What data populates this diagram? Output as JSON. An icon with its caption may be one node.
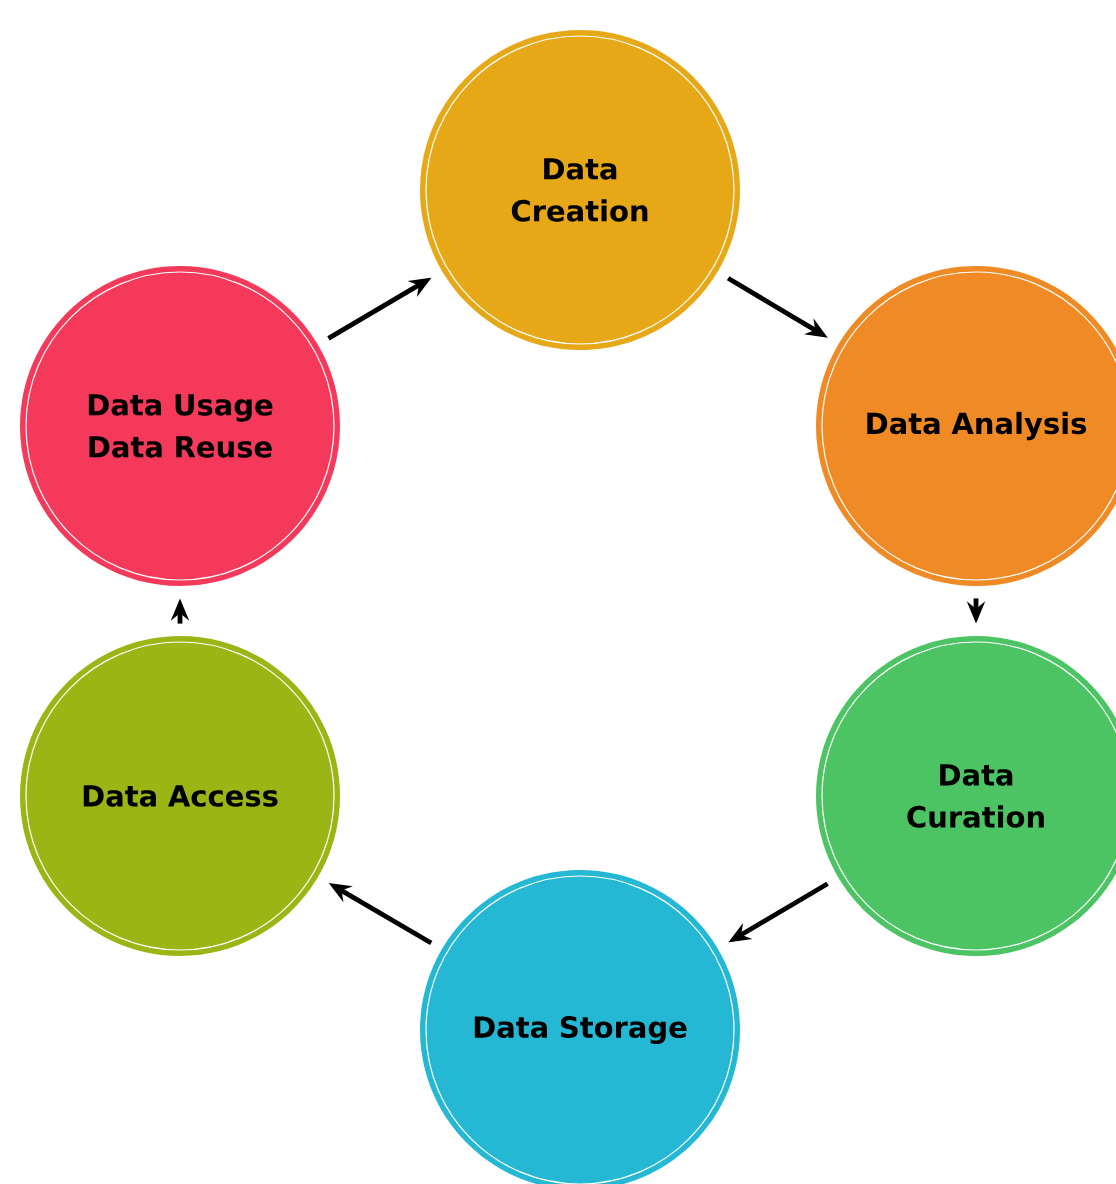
{
  "diagram": {
    "nodes": [
      {
        "text": [
          "Data Creation"
        ]
      },
      {
        "text": [
          "Data Analysis"
        ]
      },
      {
        "text": [
          "Data Curation"
        ]
      },
      {
        "text": [
          "Data Storage"
        ]
      },
      {
        "text": [
          "Data Access"
        ]
      },
      {
        "text": [
          "Data Usage Data Reuse"
        ]
      }
    ],
    "edges": [
      {
        "from": 0,
        "to": 1,
        "arrow": "to"
      },
      {
        "from": 1,
        "to": 2,
        "arrow": "to"
      },
      {
        "from": 2,
        "to": 3,
        "arrow": "to"
      },
      {
        "from": 3,
        "to": 4,
        "arrow": "to"
      },
      {
        "from": 4,
        "to": 5,
        "arrow": "to"
      },
      {
        "from": 5,
        "to": 0,
        "arrow": "to"
      }
    ]
  }
}
